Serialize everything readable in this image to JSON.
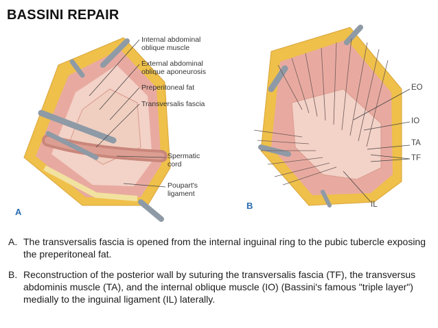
{
  "title": "BASSINI REPAIR",
  "figure_a": {
    "letter": "A",
    "labels": {
      "internal_oblique": "Internal abdominal\noblique muscle",
      "external_oblique": "External abdominal\noblique aponeurosis",
      "preperitoneal_fat": "Preperitoneal fat",
      "transversalis_fascia": "Transversalis fascia",
      "spermatic_cord": "Spermatic\ncord",
      "pouparts_ligament": "Poupart's\nligament"
    }
  },
  "figure_b": {
    "letter": "B",
    "labels": {
      "eo": "EO",
      "io": "IO",
      "ta": "TA",
      "tf": "TF",
      "il": "IL"
    }
  },
  "captions": [
    {
      "marker": "A.",
      "text": "The transversalis fascia is opened from the internal inguinal ring to the pubic tubercle exposing the preperitoneal fat."
    },
    {
      "marker": "B.",
      "text": "Reconstruction of the posterior wall by suturing the transversalis fascia (TF), the transversus abdominis muscle (TA), and the internal oblique muscle (IO) (Bassini's famous \"triple layer\") medially to the inguinal ligament (IL) laterally."
    }
  ],
  "colors": {
    "fat_yellow": "#efc04a",
    "muscle_pink": "#e8aaa0",
    "tissue_light": "#f3d2c8",
    "instrument_gray": "#8e9aa6",
    "letter_blue": "#2a6bb0"
  }
}
